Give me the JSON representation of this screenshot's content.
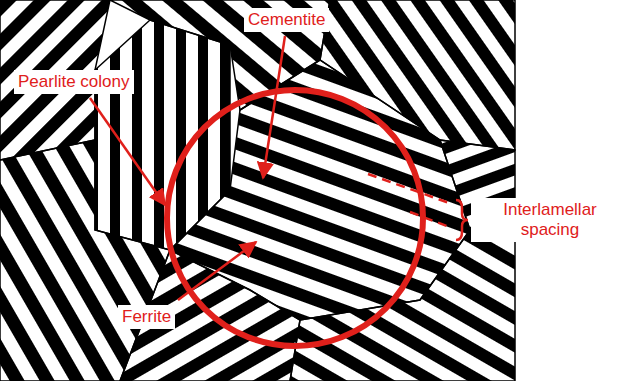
{
  "diagram": {
    "labels": [
      "Cementite",
      "Pearlite colony",
      "Interlamellar spacing",
      "Ferrite"
    ]
  }
}
